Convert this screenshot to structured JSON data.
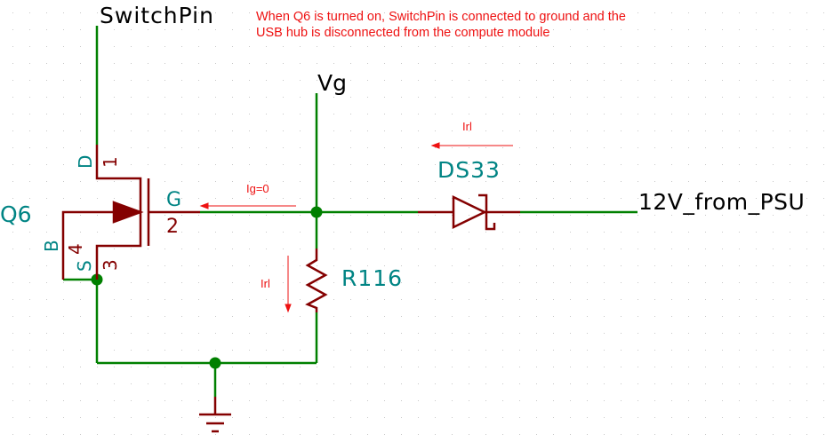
{
  "labels": {
    "switch_pin": "SwitchPin",
    "vg": "Vg",
    "psu": "12V_from_PSU",
    "q6_ref": "Q6",
    "q6_pin_d": "D",
    "q6_pin_1": "1",
    "q6_pin_g": "G",
    "q6_pin_2": "2",
    "q6_pin_b": "B",
    "q6_pin_4": "4",
    "q6_pin_s": "S",
    "q6_pin_3": "3",
    "r_ref": "R116",
    "d_ref": "DS33"
  },
  "annotations": {
    "note": "When Q6 is turned on, SwitchPin is connected to ground and the USB hub is disconnected from the compute module",
    "ig": "Ig=0",
    "irl_top": "Irl",
    "irl_side": "Irl"
  },
  "colors": {
    "wire": "#008000",
    "component": "#840000",
    "reference": "#008484",
    "net_label": "#000000",
    "annotation": "#ee1111",
    "grid": "#c8c8c8"
  }
}
